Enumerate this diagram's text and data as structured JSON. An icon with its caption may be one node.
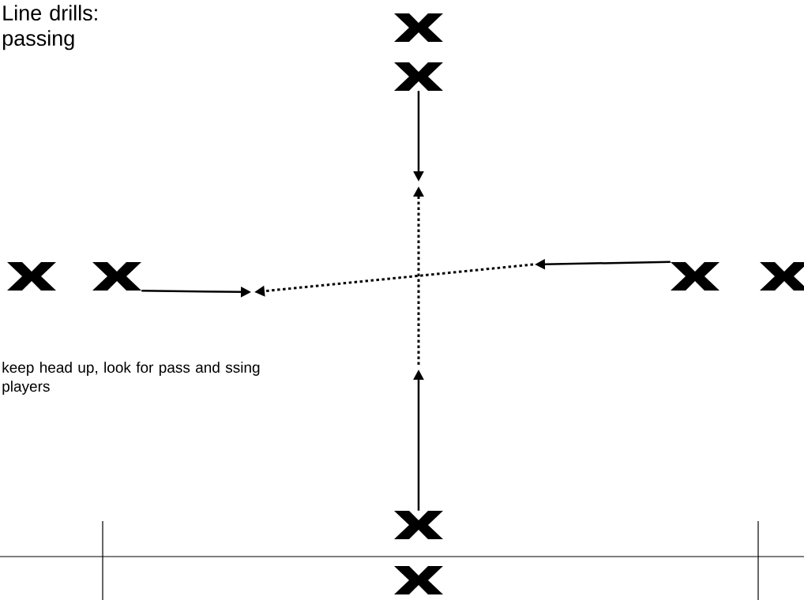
{
  "diagram": {
    "title": "Line drills: passing",
    "nodes": [
      {
        "text": [],
        "shape": "cross"
      },
      {
        "text": [],
        "shape": "cross"
      },
      {
        "text": [],
        "shape": "cross"
      },
      {
        "text": [],
        "shape": "cross"
      },
      {
        "text": [],
        "shape": "cross"
      },
      {
        "text": [],
        "shape": "cross"
      },
      {
        "text": [],
        "shape": "cross"
      },
      {
        "text": [],
        "shape": "cross"
      }
    ],
    "edges": [
      {
        "from": 1,
        "to": null,
        "arrow": "to"
      },
      {
        "from": 6,
        "to": null,
        "arrow": "to"
      },
      {
        "from": 3,
        "to": null,
        "arrow": "to"
      },
      {
        "from": 4,
        "to": null,
        "arrow": "to"
      }
    ],
    "labels": [
      "keep head up, look for pass and ssing players"
    ]
  }
}
